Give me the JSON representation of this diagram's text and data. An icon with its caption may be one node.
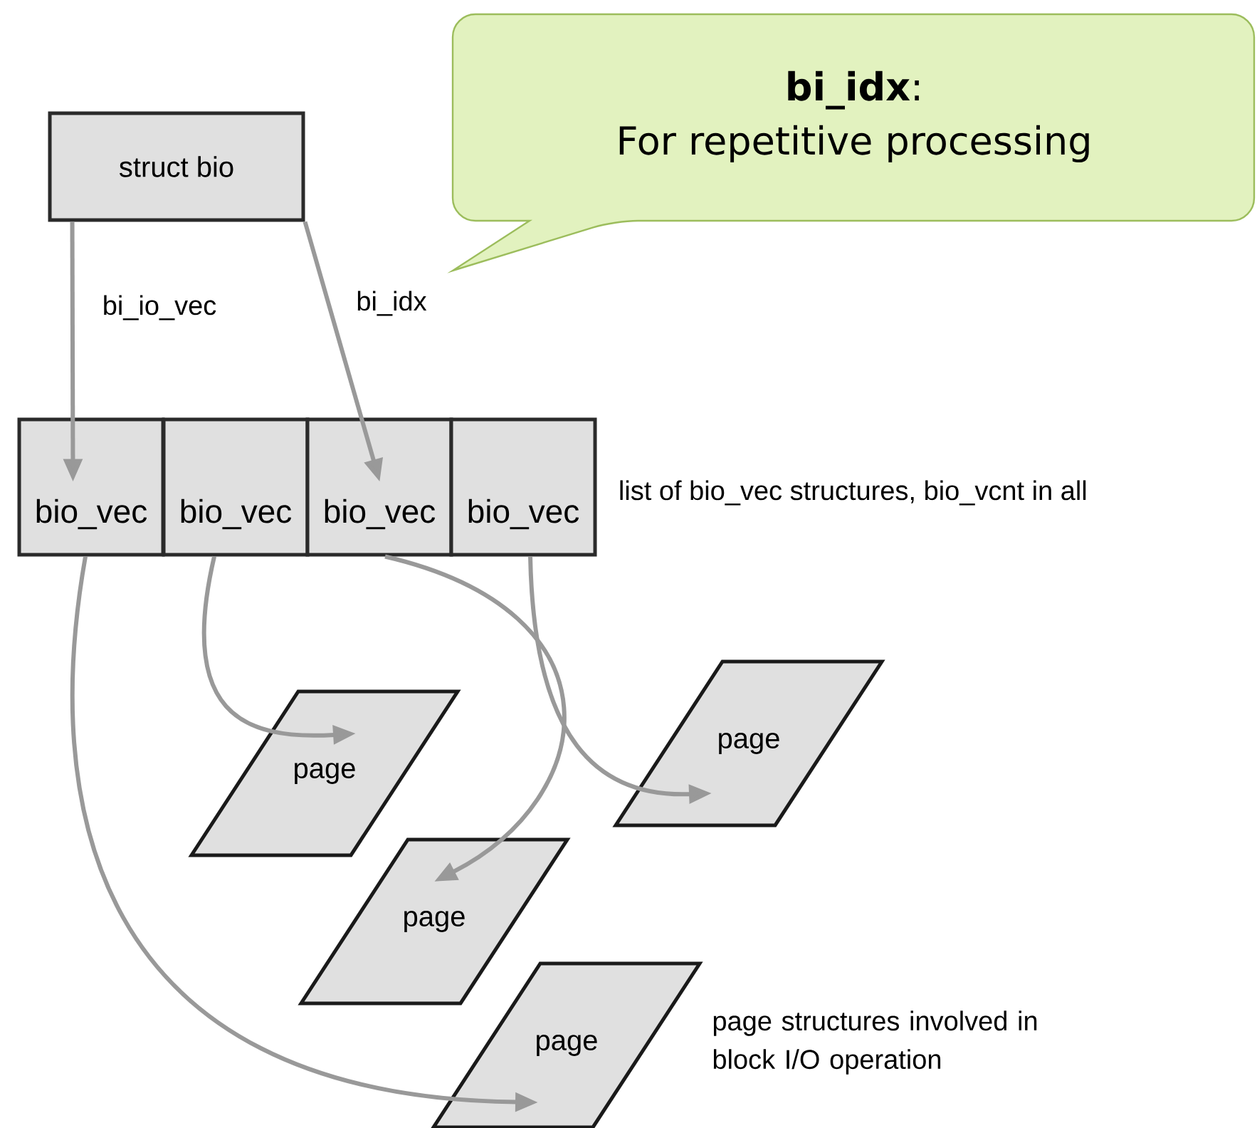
{
  "diagram": {
    "nodes": [
      {
        "text": [
          "**bi_idx**:",
          "For repetitive processing"
        ]
      },
      {
        "text": [
          "struct bio"
        ]
      },
      {
        "text": [
          "bio_vec"
        ]
      },
      {
        "text": [
          "bio_vec"
        ]
      },
      {
        "text": [
          "bio_vec"
        ]
      },
      {
        "text": [
          "bio_vec"
        ],
        "beside": [
          "list of bio_vec structures, bio_vcnt in all"
        ]
      },
      {
        "text": [
          "page"
        ]
      },
      {
        "text": [
          "page"
        ]
      },
      {
        "text": [
          "page"
        ]
      },
      {
        "text": [
          "page"
        ]
      }
    ],
    "edges": [
      {
        "from": 1,
        "to": 2,
        "arrow": "to",
        "label": "bi_io_vec"
      },
      {
        "from": 1,
        "to": 4,
        "arrow": "to",
        "label": "bi_idx"
      },
      {
        "from": 2,
        "to": 9,
        "arrow": "to"
      },
      {
        "from": 3,
        "to": 7,
        "arrow": "to"
      },
      {
        "from": 4,
        "to": 8,
        "arrow": "to"
      },
      {
        "from": 5,
        "to": 6,
        "arrow": "to"
      }
    ],
    "labels": [
      "page structures involved in block I/O operation"
    ]
  }
}
